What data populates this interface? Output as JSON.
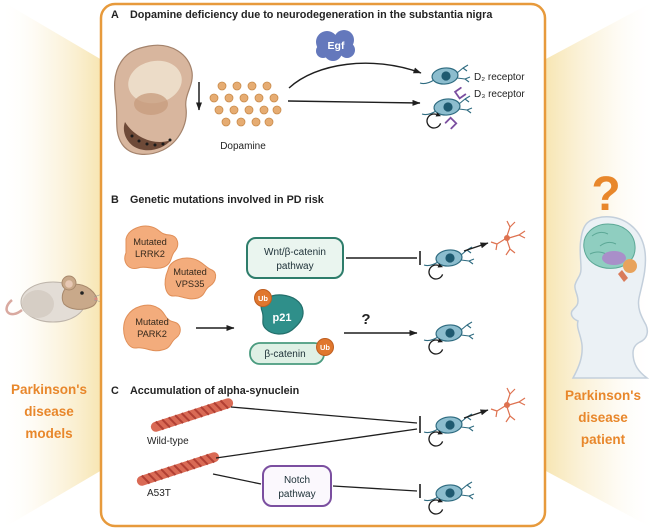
{
  "palette": {
    "accent_orange": "#E8872B",
    "panel_border": "#E79A3C",
    "teal_pathway": "#2E7D6B",
    "purple_pathway": "#7B4FA0",
    "dopamine_dot": "#E6AC72",
    "egf_blue": "#6478BC",
    "mutated_blob_orange": "#F3AC7C",
    "p21_teal": "#2F8F8A",
    "ub_orange": "#E0772E",
    "fibril_red": "#D96A55",
    "neuron_teal": "#8CBDCE",
    "neuron_orange": "#DE7250"
  },
  "left_side": {
    "label_lines": [
      "Parkinson's",
      "disease",
      "models"
    ]
  },
  "right_side": {
    "question_mark": "?",
    "label_lines": [
      "Parkinson's",
      "disease",
      "patient"
    ]
  },
  "panel_a": {
    "letter": "A",
    "title": "Dopamine deficiency due to neurodegeneration in the substantia nigra",
    "dopamine_label": "Dopamine",
    "egf_label": "Egf",
    "d2_label": "D₂ receptor",
    "d3_label": "D₃ receptor"
  },
  "panel_b": {
    "letter": "B",
    "title": "Genetic mutations involved in PD risk",
    "lrrk2_lines": [
      "Mutated",
      "LRRK2"
    ],
    "vps35_lines": [
      "Mutated",
      "VPS35"
    ],
    "park2_lines": [
      "Mutated",
      "PARK2"
    ],
    "wnt_box_lines": [
      "Wnt/β-catenin",
      "pathway"
    ],
    "p21_label": "p21",
    "ub_label": "Ub",
    "beta_catenin_label": "β-catenin",
    "question_mark": "?"
  },
  "panel_c": {
    "letter": "C",
    "title": "Accumulation of alpha-synuclein",
    "wild_type_label": "Wild-type",
    "a53t_label": "A53T",
    "notch_box_lines": [
      "Notch",
      "pathway"
    ]
  }
}
